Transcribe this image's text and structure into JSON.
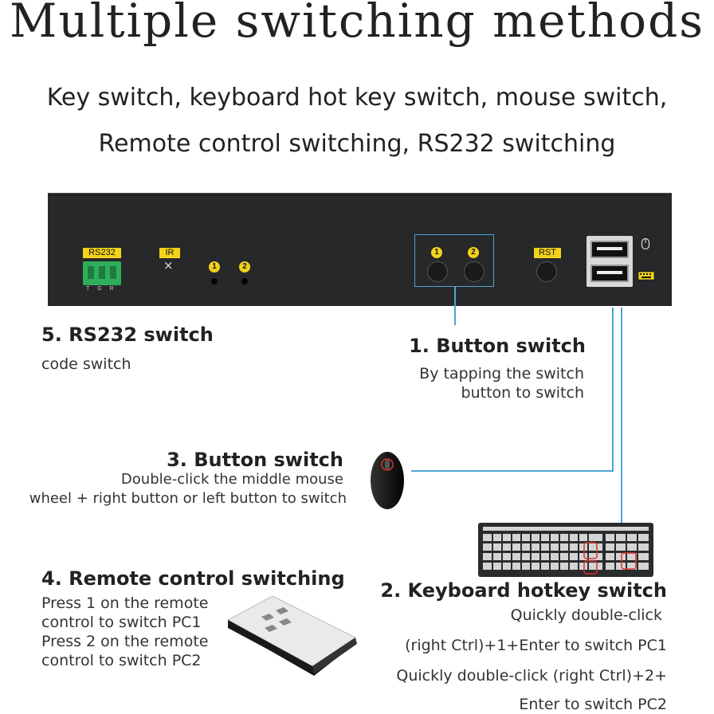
{
  "title": "Multiple switching methods",
  "subtitle_line1": "Key switch, keyboard hot key switch, mouse switch,",
  "subtitle_line2": "Remote control switching, RS232 switching",
  "panel": {
    "rs232_label": "RS232",
    "rs232_pins": "T G R",
    "ir_label": "IR",
    "ir_mark": "×",
    "port1": "1",
    "port2": "2",
    "button1": "1",
    "button2": "2",
    "rst_label": "RST"
  },
  "rs232": {
    "heading": "5. RS232 switch",
    "desc": "code switch"
  },
  "button1": {
    "heading": "1. Button switch",
    "desc1": "By tapping the switch",
    "desc2": "button to switch"
  },
  "mouse": {
    "heading": "3. Button switch",
    "desc1": "Double-click the middle mouse",
    "desc2": "wheel + right button or left button to switch"
  },
  "remote": {
    "heading": "4. Remote control switching",
    "desc1": "Press 1 on the remote",
    "desc2": "control to switch PC1",
    "desc3": "Press 2 on the remote",
    "desc4": "control to switch PC2"
  },
  "keyboard": {
    "heading": "2. Keyboard hotkey switch",
    "desc1": "Quickly double-click",
    "desc2": "(right Ctrl)+1+Enter to switch PC1",
    "desc3": "Quickly double-click (right Ctrl)+2+",
    "desc4": "Enter to switch PC2"
  },
  "colors": {
    "accent_yellow": "#f2d21b",
    "line_blue": "#4fa3d6",
    "panel": "#27282a",
    "highlight_red": "#d9332b"
  }
}
